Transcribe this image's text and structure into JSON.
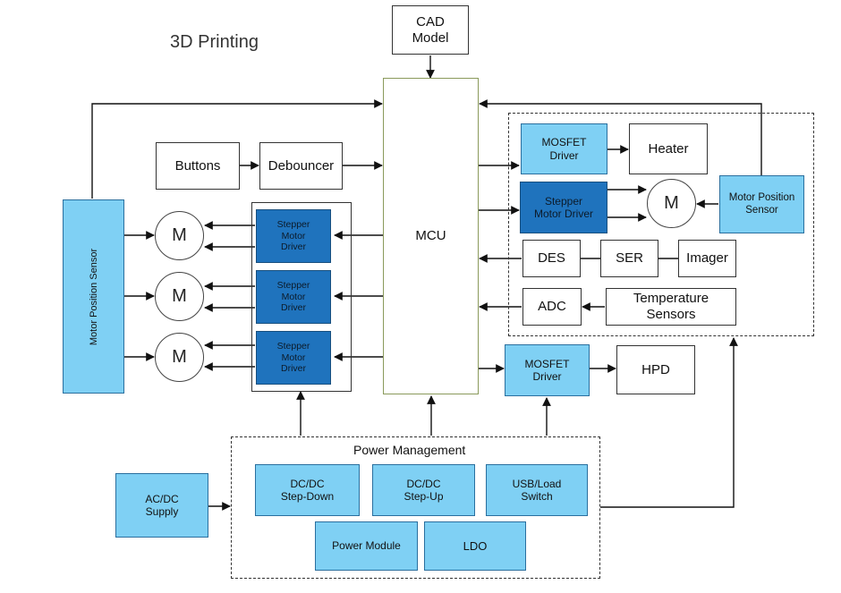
{
  "title": "3D Printing",
  "cad": "CAD\nModel",
  "mcu": "MCU",
  "buttons": "Buttons",
  "debouncer": "Debouncer",
  "motor_position_sensor_left": "Motor Position Sensor",
  "motor_position_sensor_right": "Motor Position\nSensor",
  "motor": "M",
  "stepper_driver": "Stepper\nMotor\nDriver",
  "mosfet_driver": "MOSFET\nDriver",
  "heater": "Heater",
  "stepper_motor_driver_right": "Stepper\nMotor Driver",
  "des": "DES",
  "ser": "SER",
  "imager": "Imager",
  "adc": "ADC",
  "temperature_sensors": "Temperature\nSensors",
  "hpd": "HPD",
  "power_management": "Power Management",
  "acdc_supply": "AC/DC\nSupply",
  "dcdc_step_down": "DC/DC\nStep-Down",
  "dcdc_step_up": "DC/DC\nStep-Up",
  "usb_load_switch": "USB/Load\nSwitch",
  "power_module": "Power Module",
  "ldo": "LDO"
}
